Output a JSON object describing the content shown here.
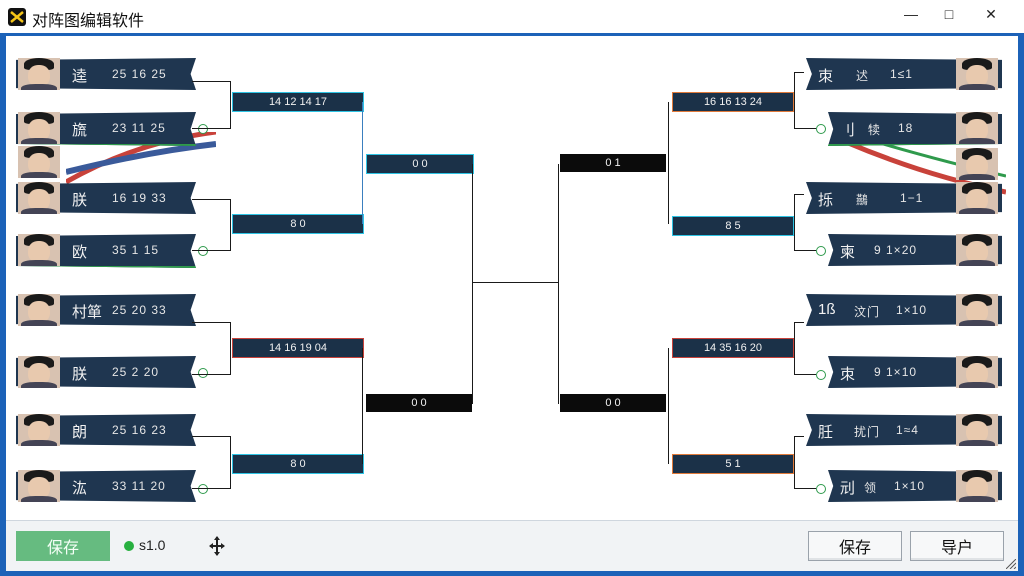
{
  "window": {
    "title": "对阵图编辑软件",
    "controls": [
      "—",
      "□",
      "✕"
    ]
  },
  "colors": {
    "accent": "#1c62b8",
    "bar": "#1f3650",
    "green": "#66bb80",
    "cyan": "#2ec4e4",
    "red": "#c8423a",
    "orange": "#e07a3a"
  },
  "left_players": [
    {
      "name": "逵",
      "scores": "25  16  25"
    },
    {
      "name": "旒",
      "scores": "23  11  25"
    },
    {
      "name": "",
      "scores": ""
    },
    {
      "name": "朕",
      "scores": "16  19  33"
    },
    {
      "name": "欧",
      "scores": "35  1  15"
    },
    {
      "name": "村箪",
      "scores": "25  20  33"
    },
    {
      "name": "朕",
      "scores": "25  2  20"
    },
    {
      "name": "朗",
      "scores": "25  16  23"
    },
    {
      "name": "汯",
      "scores": "33  11  20"
    }
  ],
  "right_players": [
    {
      "name": "朿",
      "extra": "迖",
      "scores": "1≤1"
    },
    {
      "name": "刂",
      "extra": "犊",
      "scores": "18"
    },
    {
      "name": "",
      "extra": "",
      "scores": ""
    },
    {
      "name": "㧰",
      "extra": "䴏",
      "scores": "1−1"
    },
    {
      "name": "柬",
      "extra": "",
      "scores": "9 1×20"
    },
    {
      "name": "1ß",
      "extra": "汶门",
      "scores": "1×10"
    },
    {
      "name": "朿",
      "extra": "",
      "scores": "9 1×10"
    },
    {
      "name": "䏕",
      "extra": "扰门",
      "scores": "1≈4"
    },
    {
      "name": "刓",
      "extra": "领",
      "scores": "1×10"
    }
  ],
  "boxes_left": {
    "r1a": "14  12  14  17",
    "r1b": "8  0",
    "r1c": "14  16  19  04",
    "r1d": "8  0",
    "r2a": "0  0",
    "r2b": "0  0"
  },
  "boxes_right": {
    "r1a": "16  16  13  24",
    "r1b": "8  5",
    "r1c": "14  35  16  20",
    "r1d": "5  1",
    "r2a": "0  1",
    "r2b": "0  0"
  },
  "bottom": {
    "save_left": "保存",
    "status": "s1.0",
    "save": "保存",
    "export": "导户"
  }
}
